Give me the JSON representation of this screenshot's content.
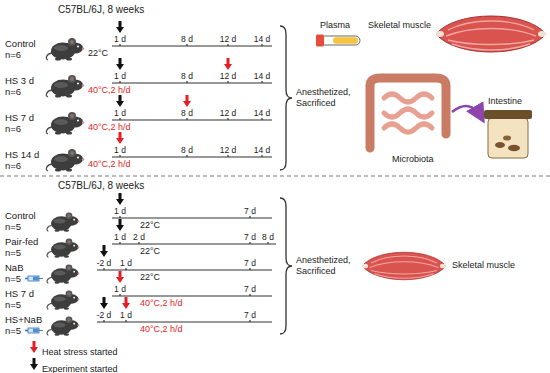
{
  "diagram": {
    "labels": [
      "C57BL/6J, 8 weeks",
      "Control",
      "n=6",
      "22°C",
      "1 d",
      "8 d",
      "12 d",
      "14 d",
      "HS 3 d",
      "n=6",
      "40°C,2 h/d",
      "1 d",
      "8 d",
      "12 d",
      "14 d",
      "HS 7 d",
      "n=6",
      "40°C,2 h/d",
      "1 d",
      "8 d",
      "12 d",
      "14 d",
      "HS 14 d",
      "n=6",
      "40°C,2 h/d",
      "1 d",
      "8 d",
      "12 d",
      "14 d",
      "Plasma",
      "Skeletal muscle",
      "Anesthetized, Sacrificed",
      "Intestine",
      "Microbiota",
      "C57BL/6J, 8 weeks",
      "Control",
      "n=5",
      "22°C",
      "1 d",
      "7 d",
      "Pair-fed",
      "n=5",
      "22°C",
      "1 d",
      "2 d",
      "7 d",
      "8 d",
      "NaB",
      "n=5",
      "22°C",
      "-2 d",
      "1 d",
      "7 d",
      "HS 7 d",
      "n=5",
      "40°C,2 h/d",
      "1 d",
      "7 d",
      "HS+NaB",
      "n=5",
      "40°C,2 h/d",
      "-2 d",
      "1 d",
      "7 d",
      "Anesthetized, Sacrificed",
      "Skeletal muscle"
    ],
    "legend": [
      {
        "text": "Heat stress started"
      },
      {
        "text": "Experiment started"
      }
    ]
  }
}
